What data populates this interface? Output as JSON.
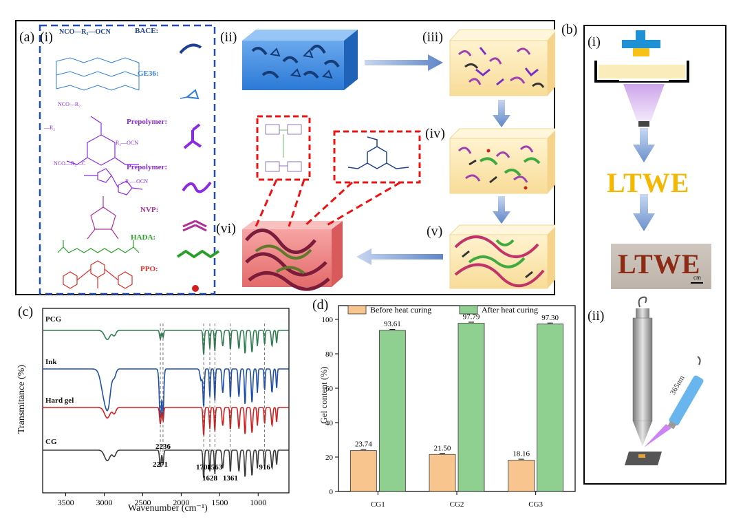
{
  "panel_a": {
    "label": "(a)",
    "sub_i": "(i)",
    "sub_ii": "(ii)",
    "sub_iii": "(iii)",
    "sub_iv": "(iv)",
    "sub_v": "(v)",
    "sub_vi": "(vi)",
    "formula_top": "NCO—R₂—OCN",
    "formula_prepolymer1_a": "NCO—R₂",
    "formula_prepolymer1_b": "—R₂",
    "formula_prepolymer1_c": "R₂—OCN",
    "formula_prepolymer2": "NCO—R₂—C",
    "formula_prepolymer2_b": "—R₂—OCN",
    "legend": [
      {
        "name": "BACE:",
        "color": "#1f3f8f"
      },
      {
        "name": "GE36:",
        "color": "#2f7ed8"
      },
      {
        "name": "Prepolymer:",
        "color": "#8a2be2"
      },
      {
        "name": "Prepolymer:",
        "color": "#8a2be2"
      },
      {
        "name": "NVP:",
        "color": "#b0309a"
      },
      {
        "name": "HADA:",
        "color": "#2aa02a"
      },
      {
        "name": "PPO:",
        "color": "#e0302a"
      }
    ]
  },
  "panel_b": {
    "label": "(b)",
    "sub_i": "(i)",
    "sub_ii": "(ii)",
    "word": "LTWE",
    "photo_word": "LTWE",
    "scale": "cm",
    "wavelength": "365nm"
  },
  "colors": {
    "pcg": "#2e7d4f",
    "ink": "#1f4fa8",
    "hard_gel": "#d02020",
    "cg": "#3a3a3a",
    "before": "#f9c58f",
    "after": "#8fcf8f"
  },
  "chart_data": [
    {
      "panel": "(c)",
      "type": "line",
      "xlabel": "Wavenumber (cm⁻¹)",
      "ylabel": "Transmitance (%)",
      "xlim": [
        3800,
        600
      ],
      "x_ticks": [
        3500,
        3000,
        2500,
        2000,
        1500,
        1000
      ],
      "series": [
        {
          "name": "PCG"
        },
        {
          "name": "Ink"
        },
        {
          "name": "Hard gel"
        },
        {
          "name": "CG"
        }
      ],
      "peaks": [
        {
          "x": 2271,
          "label": "2271"
        },
        {
          "x": 2236,
          "label": "2236"
        },
        {
          "x": 1708,
          "label": "1708"
        },
        {
          "x": 1628,
          "label": "1628"
        },
        {
          "x": 1563,
          "label": "1563"
        },
        {
          "x": 1361,
          "label": "1361"
        },
        {
          "x": 916,
          "label": "916"
        }
      ]
    },
    {
      "panel": "(d)",
      "type": "bar",
      "categories": [
        "CG1",
        "CG2",
        "CG3"
      ],
      "series": [
        {
          "name": "Before heat curing",
          "values": [
            23.74,
            21.5,
            18.16
          ],
          "labels": [
            "23.74",
            "21.50",
            "18.16"
          ]
        },
        {
          "name": "After heat curing",
          "values": [
            93.61,
            97.79,
            97.3
          ],
          "labels": [
            "93.61",
            "97.79",
            "97.30"
          ]
        }
      ],
      "ylabel": "Gel content (%)",
      "ylim": [
        0,
        108
      ],
      "y_ticks": [
        0,
        20,
        40,
        60,
        80,
        100
      ],
      "legend_position": "top"
    }
  ]
}
